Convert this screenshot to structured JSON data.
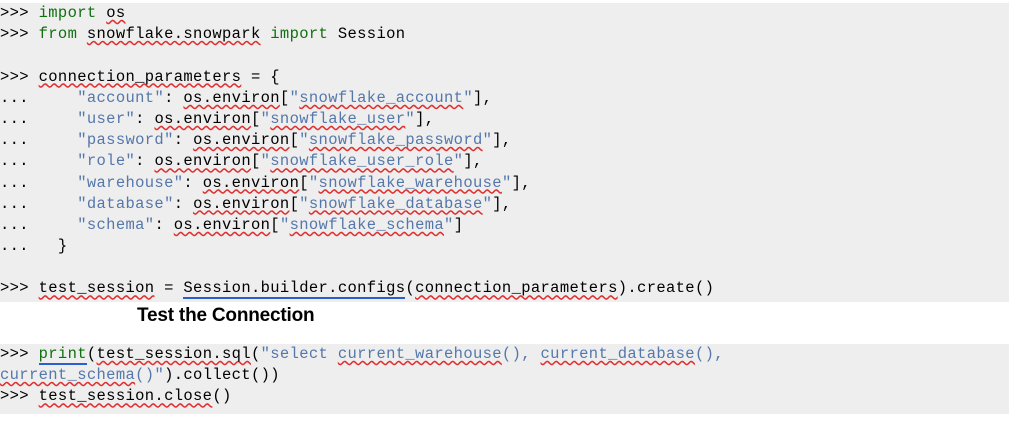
{
  "document": {
    "background_color": "#ffffff",
    "code_block_background": "#eeeeee",
    "keyword_color": "#107010",
    "string_color": "#5577aa",
    "text_color": "#000000",
    "spellcheck_underline_color": "#e03030",
    "grammar_underline_color": "#2b5fd0"
  },
  "heading": {
    "text": "Test the Connection"
  },
  "code_block_one": {
    "prompt_primary": ">>>",
    "prompt_continuation": "...",
    "lines": [
      {
        "prompt": ">>> ",
        "segments": [
          {
            "text": "import",
            "kind": "keyword"
          },
          {
            "text": " ",
            "kind": "plain"
          },
          {
            "text": "os",
            "kind": "plain-spell"
          }
        ]
      },
      {
        "prompt": ">>> ",
        "segments": [
          {
            "text": "from",
            "kind": "keyword"
          },
          {
            "text": " ",
            "kind": "plain"
          },
          {
            "text": "snowflake.snowpark",
            "kind": "plain-spell"
          },
          {
            "text": " ",
            "kind": "plain"
          },
          {
            "text": "import",
            "kind": "keyword"
          },
          {
            "text": " Session",
            "kind": "plain"
          }
        ]
      },
      {
        "prompt": "",
        "segments": []
      },
      {
        "prompt": ">>> ",
        "segments": [
          {
            "text": "connection_parameters",
            "kind": "plain-spell"
          },
          {
            "text": " = {",
            "kind": "plain"
          }
        ]
      },
      {
        "prompt": "...     ",
        "segments": [
          {
            "text": "\"",
            "kind": "string"
          },
          {
            "text": "account",
            "kind": "string"
          },
          {
            "text": "\"",
            "kind": "string"
          },
          {
            "text": ": ",
            "kind": "plain"
          },
          {
            "text": "os.environ",
            "kind": "plain-spell"
          },
          {
            "text": "[",
            "kind": "plain"
          },
          {
            "text": "\"",
            "kind": "string"
          },
          {
            "text": "snowflake_account",
            "kind": "string-spell"
          },
          {
            "text": "\"",
            "kind": "string"
          },
          {
            "text": "],",
            "kind": "plain"
          }
        ]
      },
      {
        "prompt": "...     ",
        "segments": [
          {
            "text": "\"",
            "kind": "string"
          },
          {
            "text": "user",
            "kind": "string"
          },
          {
            "text": "\"",
            "kind": "string"
          },
          {
            "text": ": ",
            "kind": "plain"
          },
          {
            "text": "os.environ",
            "kind": "plain-spell"
          },
          {
            "text": "[",
            "kind": "plain"
          },
          {
            "text": "\"",
            "kind": "string"
          },
          {
            "text": "snowflake_user",
            "kind": "string-spell"
          },
          {
            "text": "\"",
            "kind": "string"
          },
          {
            "text": "],",
            "kind": "plain"
          }
        ]
      },
      {
        "prompt": "...     ",
        "segments": [
          {
            "text": "\"",
            "kind": "string"
          },
          {
            "text": "password",
            "kind": "string"
          },
          {
            "text": "\"",
            "kind": "string"
          },
          {
            "text": ": ",
            "kind": "plain"
          },
          {
            "text": "os.environ",
            "kind": "plain-spell"
          },
          {
            "text": "[",
            "kind": "plain"
          },
          {
            "text": "\"",
            "kind": "string"
          },
          {
            "text": "snowflake_password",
            "kind": "string-spell"
          },
          {
            "text": "\"",
            "kind": "string"
          },
          {
            "text": "],",
            "kind": "plain"
          }
        ]
      },
      {
        "prompt": "...     ",
        "segments": [
          {
            "text": "\"",
            "kind": "string"
          },
          {
            "text": "role",
            "kind": "string"
          },
          {
            "text": "\"",
            "kind": "string"
          },
          {
            "text": ": ",
            "kind": "plain"
          },
          {
            "text": "os.environ",
            "kind": "plain-spell"
          },
          {
            "text": "[",
            "kind": "plain"
          },
          {
            "text": "\"",
            "kind": "string"
          },
          {
            "text": "snowflake_user_role",
            "kind": "string-spell"
          },
          {
            "text": "\"",
            "kind": "string"
          },
          {
            "text": "],",
            "kind": "plain"
          }
        ]
      },
      {
        "prompt": "...     ",
        "segments": [
          {
            "text": "\"",
            "kind": "string"
          },
          {
            "text": "warehouse",
            "kind": "string"
          },
          {
            "text": "\"",
            "kind": "string"
          },
          {
            "text": ": ",
            "kind": "plain"
          },
          {
            "text": "os.environ",
            "kind": "plain-spell"
          },
          {
            "text": "[",
            "kind": "plain"
          },
          {
            "text": "\"",
            "kind": "string"
          },
          {
            "text": "snowflake_warehouse",
            "kind": "string-spell"
          },
          {
            "text": "\"",
            "kind": "string"
          },
          {
            "text": "],",
            "kind": "plain"
          }
        ]
      },
      {
        "prompt": "...     ",
        "segments": [
          {
            "text": "\"",
            "kind": "string"
          },
          {
            "text": "database",
            "kind": "string"
          },
          {
            "text": "\"",
            "kind": "string"
          },
          {
            "text": ": ",
            "kind": "plain"
          },
          {
            "text": "os.environ",
            "kind": "plain-spell"
          },
          {
            "text": "[",
            "kind": "plain"
          },
          {
            "text": "\"",
            "kind": "string"
          },
          {
            "text": "snowflake_database",
            "kind": "string-spell"
          },
          {
            "text": "\"",
            "kind": "string"
          },
          {
            "text": "],",
            "kind": "plain"
          }
        ]
      },
      {
        "prompt": "...     ",
        "segments": [
          {
            "text": "\"",
            "kind": "string"
          },
          {
            "text": "schema",
            "kind": "string"
          },
          {
            "text": "\"",
            "kind": "string"
          },
          {
            "text": ": ",
            "kind": "plain"
          },
          {
            "text": "os.environ",
            "kind": "plain-spell"
          },
          {
            "text": "[",
            "kind": "plain"
          },
          {
            "text": "\"",
            "kind": "string"
          },
          {
            "text": "snowflake_schema",
            "kind": "string-spell"
          },
          {
            "text": "\"",
            "kind": "string"
          },
          {
            "text": "]",
            "kind": "plain"
          }
        ]
      },
      {
        "prompt": "...   ",
        "segments": [
          {
            "text": "}",
            "kind": "plain"
          }
        ]
      },
      {
        "prompt": "",
        "segments": []
      },
      {
        "prompt": ">>> ",
        "segments": [
          {
            "text": "test_session",
            "kind": "plain-spell"
          },
          {
            "text": " = ",
            "kind": "plain"
          },
          {
            "text": "Session.builder.configs",
            "kind": "plain-grammar"
          },
          {
            "text": "(",
            "kind": "plain"
          },
          {
            "text": "connection_parameters",
            "kind": "plain-spell"
          },
          {
            "text": ").create()",
            "kind": "plain"
          }
        ]
      }
    ]
  },
  "code_block_two": {
    "lines": [
      {
        "prompt": ">>> ",
        "segments": [
          {
            "text": "print",
            "kind": "keyword-grammar"
          },
          {
            "text": "(",
            "kind": "plain"
          },
          {
            "text": "test_session.sql",
            "kind": "plain-spell"
          },
          {
            "text": "(",
            "kind": "plain"
          },
          {
            "text": "\"",
            "kind": "string"
          },
          {
            "text": "select ",
            "kind": "string"
          },
          {
            "text": "current_warehouse",
            "kind": "string-spell"
          },
          {
            "text": "(), ",
            "kind": "string"
          },
          {
            "text": "current_database",
            "kind": "string-spell"
          },
          {
            "text": "(),",
            "kind": "string"
          }
        ]
      },
      {
        "prompt": "",
        "segments": [
          {
            "text": "current_schema",
            "kind": "string-spell"
          },
          {
            "text": "()",
            "kind": "string"
          },
          {
            "text": "\"",
            "kind": "string"
          },
          {
            "text": ").collect())",
            "kind": "plain"
          }
        ]
      },
      {
        "prompt": ">>> ",
        "segments": [
          {
            "text": "test_session.close",
            "kind": "plain-spell"
          },
          {
            "text": "()",
            "kind": "plain"
          }
        ]
      }
    ]
  }
}
